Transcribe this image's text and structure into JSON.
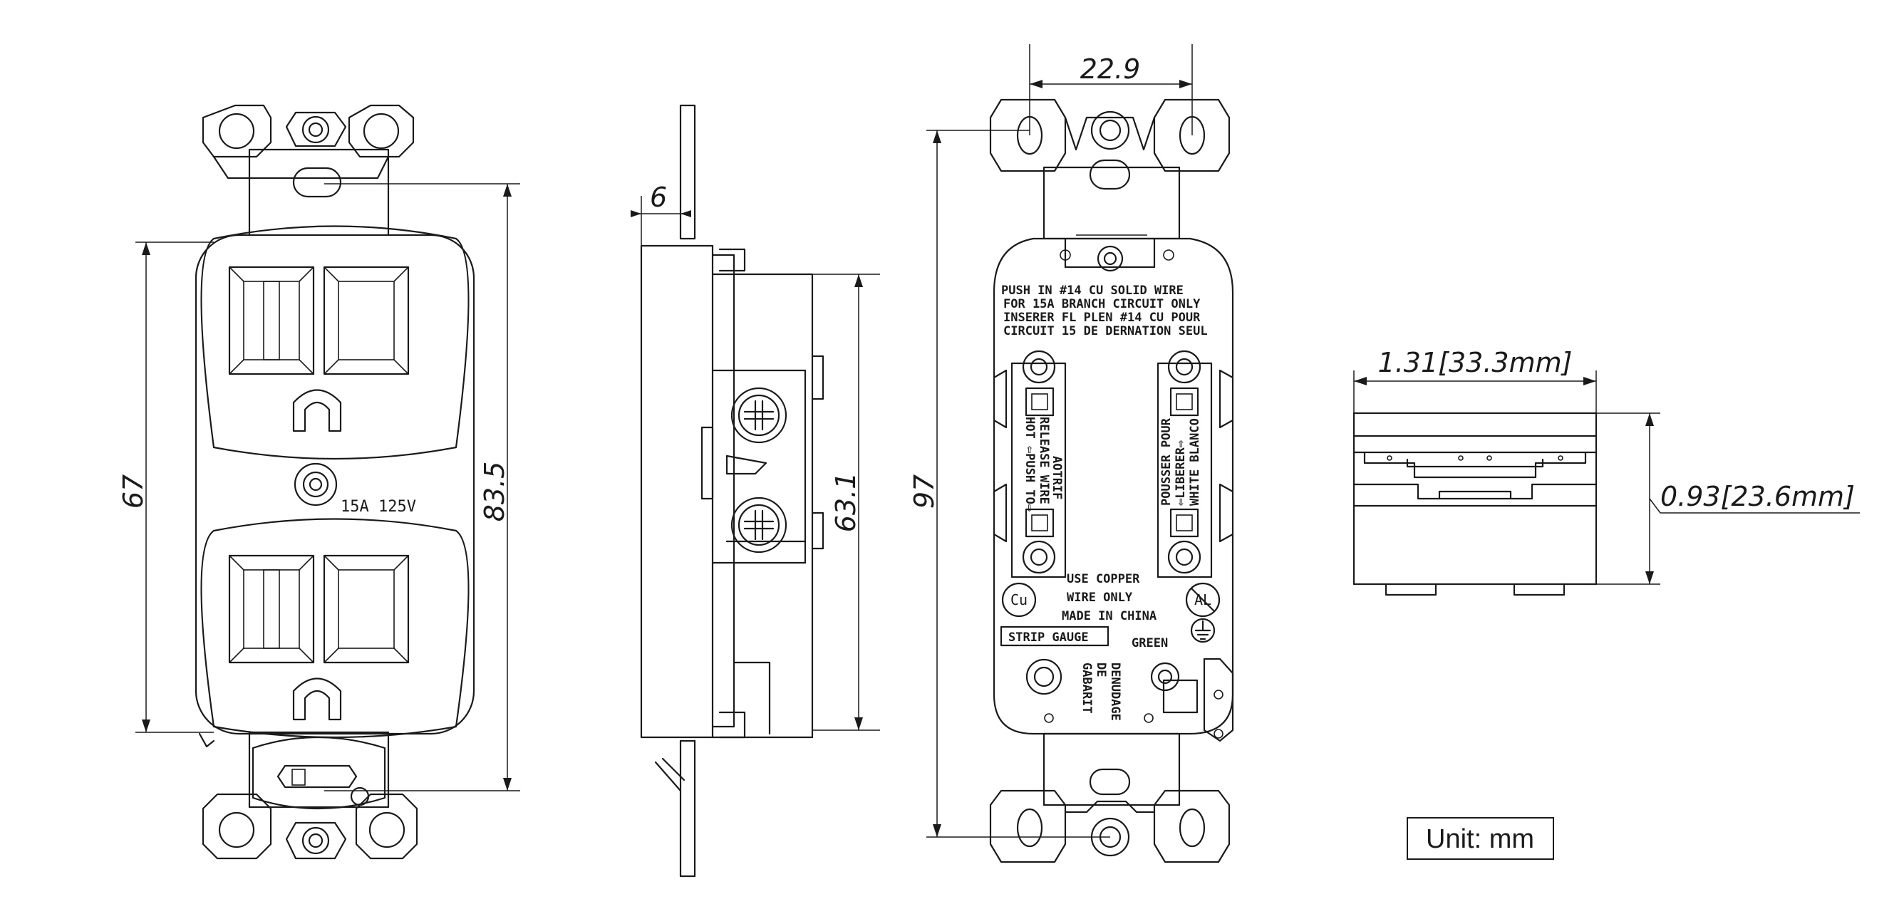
{
  "dimensions": {
    "front_width_label": "67",
    "front_height_label": "83.5",
    "side_offset_label": "6",
    "side_depth_label": "63.1",
    "back_hole_spacing_label": "22.9",
    "back_height_label": "97",
    "top_width_label": "1.31[33.3mm]",
    "top_depth_label": "0.93[23.6mm]"
  },
  "front": {
    "rating": "15A  125V"
  },
  "back": {
    "instructions": [
      "PUSH IN #14    CU SOLID WIRE",
      "FOR 15A BRANCH CIRCUIT ONLY",
      "INSERER FL PLEN #14 CU POUR",
      "CIRCUIT 15 DE DERNATION SEUL"
    ],
    "left_vertical": [
      "HOT  ⇦PUSH TO⇨",
      "RELEASE WIRE",
      "AOTRIF"
    ],
    "right_vertical": [
      "POUSSER POUR",
      "⇦LIBERER⇨",
      "WHITE BLANCO"
    ],
    "copper_note": [
      "USE COPPER",
      "WIRE ONLY",
      "MADE IN CHINA"
    ],
    "cu_mark": "Cu",
    "al_mark": "AL",
    "strip_gauge": "STRIP GAUGE",
    "green_label": "GREEN",
    "gauge_vertical": [
      "GABARIT",
      "DE",
      "DENUDAGE"
    ]
  },
  "unit_label": "Unit: mm"
}
